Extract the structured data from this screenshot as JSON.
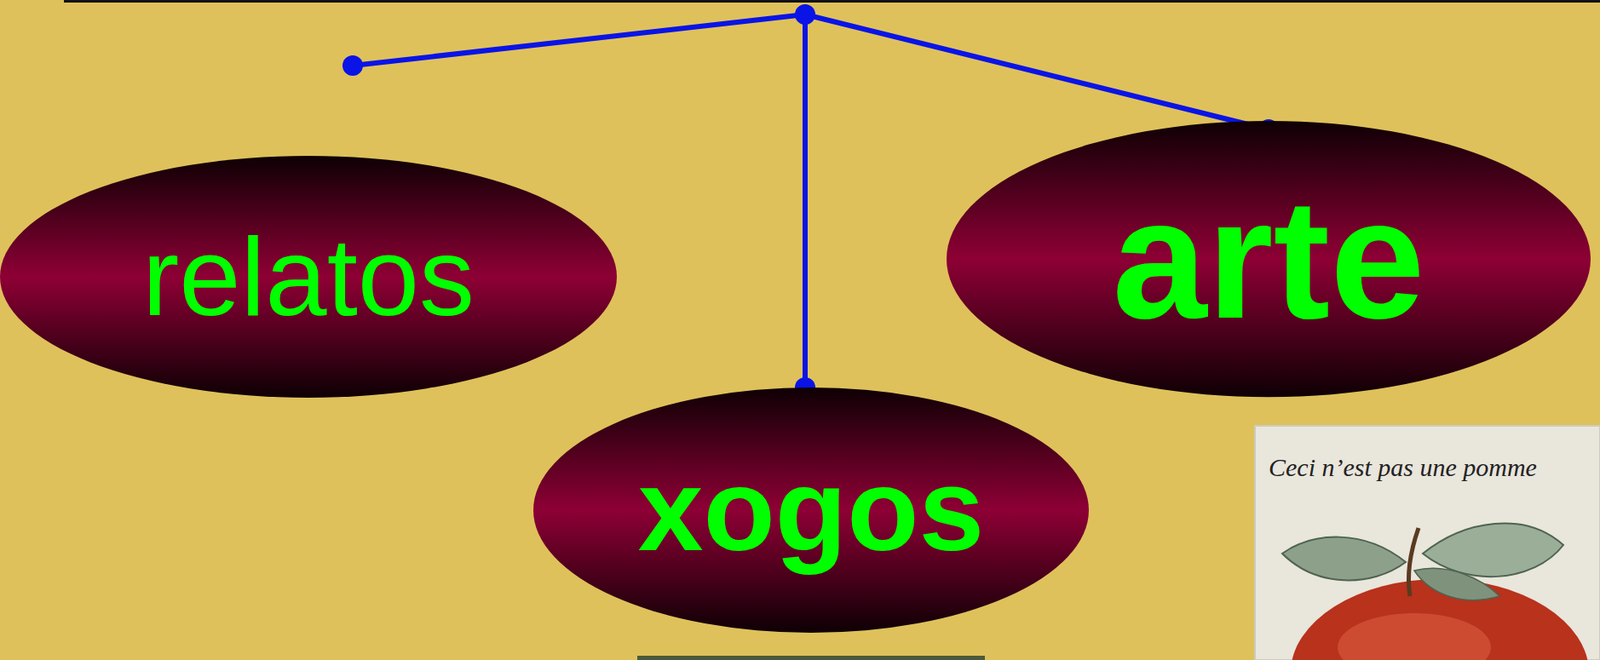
{
  "diagram": {
    "nodes": [
      {
        "text": [
          "relatos"
        ]
      },
      {
        "text": [
          "arte"
        ]
      },
      {
        "text": [
          "xogos"
        ]
      }
    ],
    "labels": [
      "Ceci n’est pas une pomme"
    ]
  }
}
